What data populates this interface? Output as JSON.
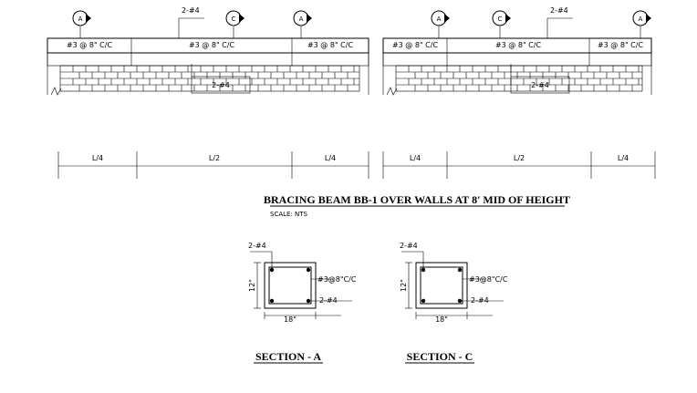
{
  "grid_markers": {
    "a": "A",
    "c": "C"
  },
  "beam": {
    "top_bar": "2-#4",
    "bottom_bar": "2-#4",
    "stirrup_label": "#3 @ 8\" C/C"
  },
  "spans": {
    "quarter": "L/4",
    "half": "L/2"
  },
  "title": {
    "main": "BRACING BEAM BB-1 OVER WALLS AT 8' MID OF HEIGHT",
    "scale": "SCALE: NTS"
  },
  "sections": [
    {
      "title": "SECTION - A",
      "top_bar": "2-#4",
      "stirrup": "#3@8\"C/C",
      "bottom_bar": "2-#4",
      "height": "12\"",
      "width": "18\""
    },
    {
      "title": "SECTION - C",
      "top_bar": "2-#4",
      "stirrup": "#3@8\"C/C",
      "bottom_bar": "2-#4",
      "height": "12\"",
      "width": "18\""
    }
  ]
}
